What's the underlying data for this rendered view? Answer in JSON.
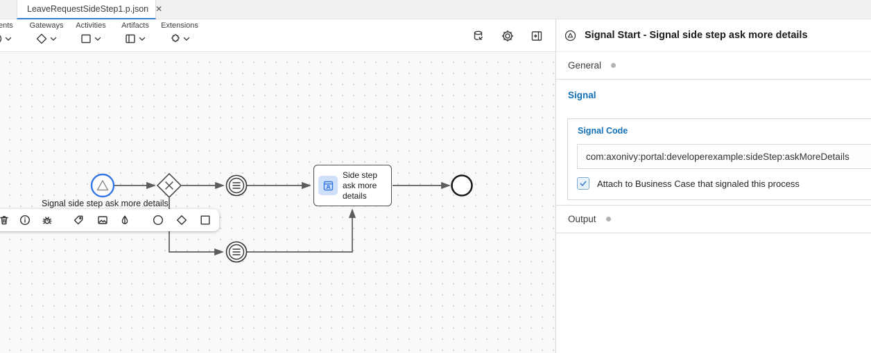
{
  "tab_bar": {
    "tab_title": "LeaveRequestSideStep1.p.json",
    "close_glyph": "✕"
  },
  "toolbar": {
    "groups": [
      {
        "label": "Events",
        "icon": "event-circle-icon"
      },
      {
        "label": "Gateways",
        "icon": "gateway-diamond-icon"
      },
      {
        "label": "Activities",
        "icon": "activity-square-icon"
      },
      {
        "label": "Artifacts",
        "icon": "artifact-lane-icon"
      },
      {
        "label": "Extensions",
        "icon": "extension-puzzle-icon"
      }
    ],
    "right_icons": [
      "data-class-icon",
      "settings-gear-icon",
      "toggle-inscription-panel-icon"
    ]
  },
  "canvas": {
    "start_event_label": "Signal side step ask more details",
    "task_label": "Side step ask more details",
    "popup_icons": [
      "delete-icon",
      "info-icon",
      "bug-icon",
      "tag-icon",
      "image-icon",
      "color-drop-icon",
      "event-circle-icon",
      "gateway-diamond-icon",
      "activity-square-icon"
    ]
  },
  "inspector": {
    "title": "Signal Start - Signal side step ask more details",
    "general_label": "General",
    "signal": {
      "label": "Signal",
      "signal_code_label": "Signal Code",
      "signal_code_value": "com:axonivy:portal:developerexample:sideStep:askMoreDetails",
      "checkbox_label": "Attach to Business Case that signaled this process",
      "checkbox_checked": true
    },
    "output_label": "Output"
  },
  "colors": {
    "selection_blue": "#3575e5",
    "accent_blue": "#1271b5",
    "tab_underline": "#2d7dd2"
  }
}
